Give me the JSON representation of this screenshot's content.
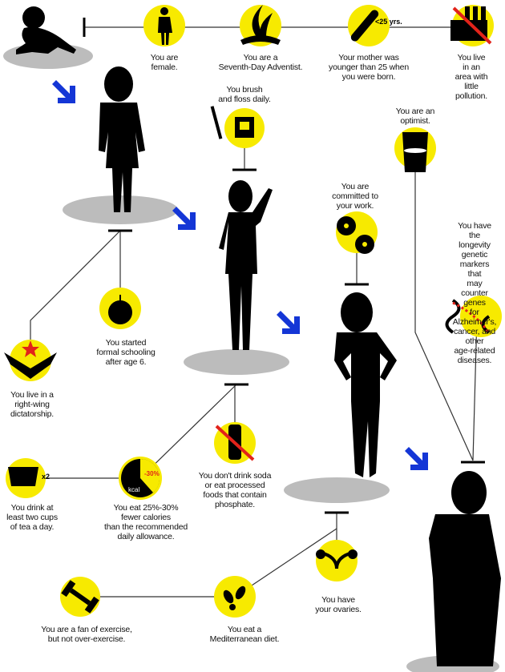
{
  "colors": {
    "yellow": "#f7ea00",
    "blue": "#1436d6",
    "gray": "#bcbcbc",
    "black": "#000000",
    "red": "#e2231a"
  },
  "factors": {
    "female": "You are\nfemale.",
    "adventist": "You are a\nSeventh-Day Adventist.",
    "mother": "Your mother was\nyounger than 25 when\nyou were born.",
    "pollution": "You live in an\narea with\nlittle pollution.",
    "brush": "You brush\nand floss daily.",
    "optimist": "You are an\noptimist.",
    "work": "You are\ncommitted to\nyour work.",
    "genetics": "You have the\nlongevity genetic\nmarkers that\nmay counter genes\nfor Alzheimer's,\ncancer, and other\nage-related diseases.",
    "schooling": "You started\nformal schooling\nafter age 6.",
    "dictatorship": "You live in a\nright-wing\ndictatorship.",
    "tea": "You drink at\nleast two cups\nof tea a day.",
    "calories": "You eat 25%-30%\nfewer calories\nthan the recommended\ndaily allowance.",
    "soda": "You don't drink soda\nor eat processed\nfoods that contain\nphosphate.",
    "ovaries": "You have\nyour ovaries.",
    "exercise": "You are a fan of exercise,\nbut not over-exercise.",
    "mediterranean": "You eat a\nMediterranean diet."
  },
  "icon_labels": {
    "mother_age": "<25 yrs.",
    "tea_count": "x2",
    "kcal": "kcal",
    "calorie_cut": "-30%"
  }
}
